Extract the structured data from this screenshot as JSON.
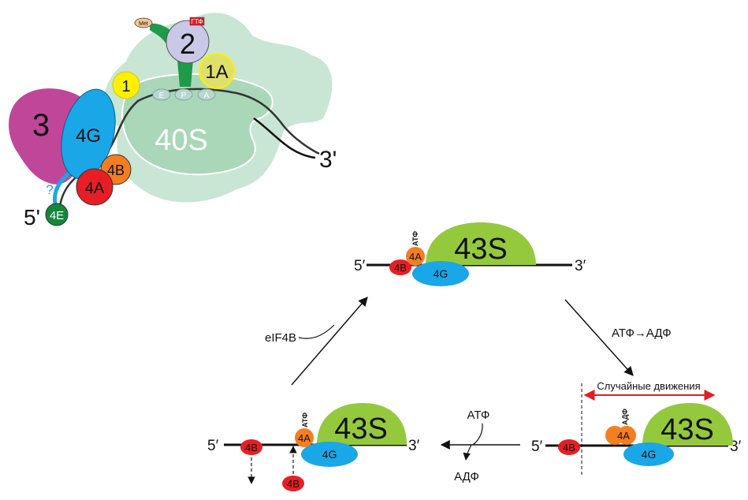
{
  "colors": {
    "ribosome_40s_outer": "#c8e6d3",
    "ribosome_40s_inner": "#a9d7b8",
    "factor_3": "#c0469a",
    "factor_4g": "#1aa7e7",
    "factor_4a": "#e81e25",
    "factor_4b": "#f47e20",
    "factor_4e": "#13883b",
    "factor_1": "#ffef00",
    "factor_1a": "#dfe06c",
    "factor_2": "#c9c8e6",
    "gtp_box": "#e21d24",
    "met_trna": "#1f9a49",
    "met_label_bg": "#f7c58f",
    "subunit_43s": "#95c93d",
    "arrow_red": "#e21d24",
    "line": "#111111"
  },
  "top_scheme": {
    "factors": {
      "f3": "3",
      "f4g": "4G",
      "f4a": "4A",
      "f4b": "4B",
      "f4e": "4E",
      "f1": "1",
      "f1a": "1A",
      "f2": "2",
      "gtp": "ГТФ",
      "met": "Met"
    },
    "subunit": "40S",
    "sites": [
      "E",
      "P",
      "A"
    ],
    "five_prime": "5'",
    "three_prime": "3'",
    "question": "?"
  },
  "cycle": {
    "top": {
      "five_prime": "5′",
      "three_prime": "3′",
      "complex": "43S",
      "f4g": "4G",
      "f4a": "4A",
      "f4b": "4B",
      "atp": "АТФ"
    },
    "right": {
      "five_prime": "5′",
      "three_prime": "3′",
      "complex": "43S",
      "f4g": "4G",
      "f4a": "4A",
      "f4b": "4B",
      "adp": "АДФ",
      "random_moves": "Случайные движения"
    },
    "left": {
      "five_prime": "5′",
      "three_prime": "3′",
      "complex": "43S",
      "f4g": "4G",
      "f4a": "4A",
      "f4b_leaving": "4B",
      "f4b_coming": "4B",
      "atp": "АТФ"
    },
    "arrows": {
      "top_to_right": "АТФ→АДФ",
      "right_to_left_in": "АТФ",
      "right_to_left_out": "АДФ",
      "left_to_top": "eIF4B"
    }
  }
}
